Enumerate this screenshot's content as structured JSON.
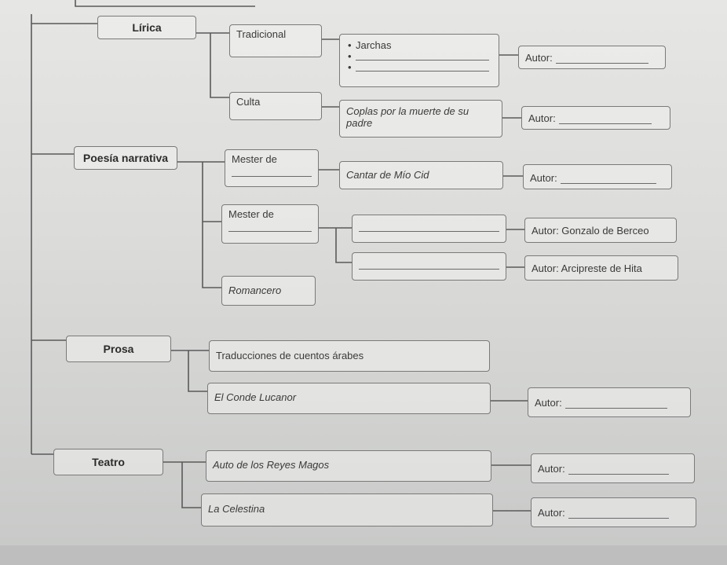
{
  "categories": {
    "lirica": "Lírica",
    "poesia": "Poesía narrativa",
    "prosa": "Prosa",
    "teatro": "Teatro"
  },
  "lirica": {
    "tradicional": "Tradicional",
    "culta": "Culta",
    "jarchas": "Jarchas",
    "coplas": "Coplas por la muerte de su padre",
    "autor1": "Autor:",
    "autor2": "Autor:"
  },
  "poesia": {
    "mester1": "Mester de",
    "mester2": "Mester de",
    "romancero": "Romancero",
    "cid": "Cantar de Mío Cid",
    "autor_cid": "Autor:",
    "autor_berceo": "Autor: Gonzalo de Berceo",
    "autor_hita": "Autor: Arcipreste de Hita"
  },
  "prosa": {
    "traducciones": "Traducciones de cuentos árabes",
    "lucanor": "El Conde Lucanor",
    "autor": "Autor:"
  },
  "teatro": {
    "reyes": "Auto de los Reyes Magos",
    "celestina": "La Celestina",
    "autor1": "Autor:",
    "autor2": "Autor:"
  }
}
